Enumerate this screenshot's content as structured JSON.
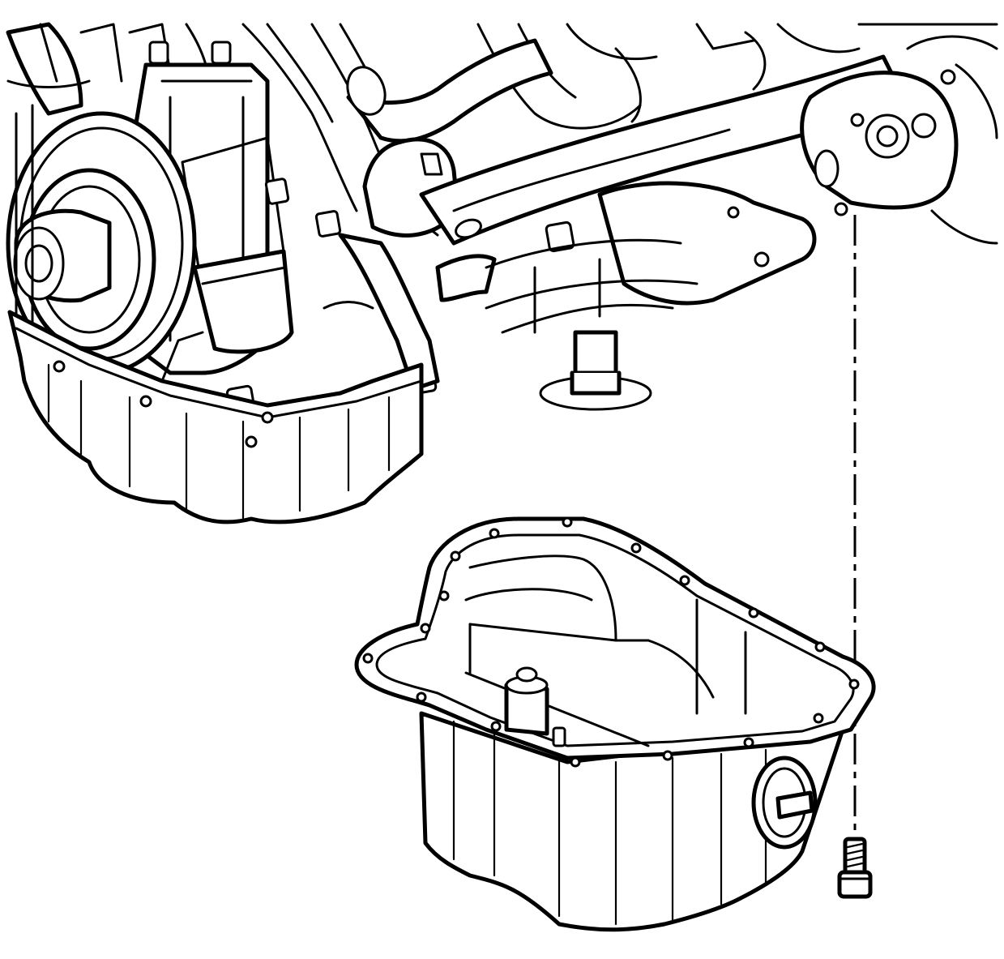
{
  "diagram": {
    "subject": "oil-pan-removal-exploded-view",
    "components": {
      "engine_block": "engine-block-assembly",
      "crankshaft_pulley": "crankshaft-pulley",
      "oil_filter": "oil-filter",
      "oil_pan": "oil-pan",
      "oil_pump_pickup": "oil-pump-pickup",
      "drain_plug": "drain-plug",
      "bolt": "oil-pan-bolt",
      "alignment_line": "dashed-installation-line"
    }
  }
}
